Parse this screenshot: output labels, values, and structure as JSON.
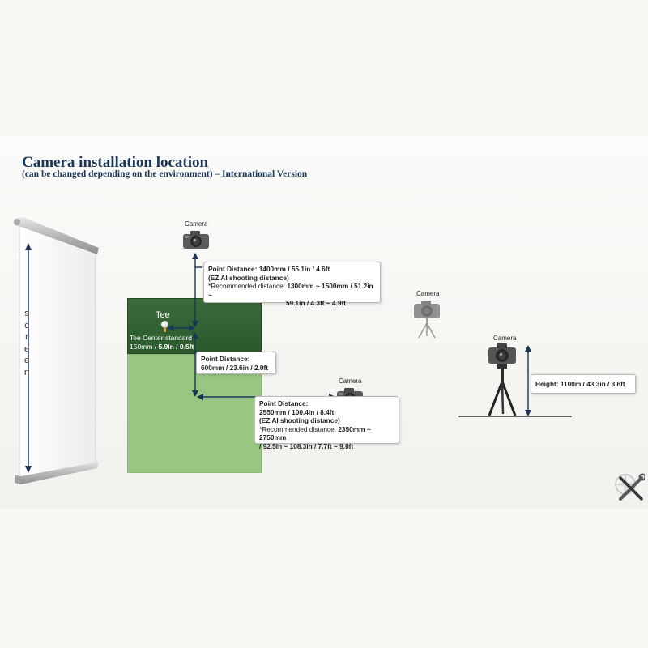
{
  "title": "Camera installation location",
  "subtitle": "(can be changed depending on the environment) – International Version",
  "screen_label": "screen",
  "tee": {
    "label": "Tee",
    "standard_line1": "Tee Center standard",
    "standard_value_prefix": "150mm / ",
    "standard_value_bold": "5.9in / 0.5ft"
  },
  "cameras": {
    "top": "Camera",
    "side": "Camera",
    "front": "Camera",
    "tripod": "Camera"
  },
  "callouts": {
    "top": {
      "line1": "Point Distance: 1400mm / 55.1in / 4.6ft",
      "line2": "(EZ AI shooting distance)",
      "line3_label": "*Recommended distance: ",
      "line3_value": "1300mm ~ 1500mm / 51.2in ~",
      "line4": "59.1in / 4.3ft ~ 4.9ft"
    },
    "middle": {
      "line1": "Point Distance:",
      "line2": "600mm / 23.6in / 2.0ft"
    },
    "bottom": {
      "line1": "Point Distance:",
      "line2": "2550mm / 100.4in / 8.4ft",
      "line3": "(EZ AI shooting distance)",
      "line4_label": "*Recommended distance: ",
      "line4_value": "2350mm ~ 2750mm",
      "line5": "/ 92.5in ~ 108.3in / 7.7ft ~ 9.0ft"
    },
    "height": {
      "line1": "Height: 1100m / 43.3in / 3.6ft"
    }
  },
  "colors": {
    "title": "#1b3557",
    "arrow": "#1b3557",
    "mat_dark": "#2f5f30",
    "mat_light": "#99c681"
  },
  "icons": [
    "camera-icon",
    "tripod-icon",
    "compass-wrench-icon",
    "projector-screen-icon"
  ]
}
